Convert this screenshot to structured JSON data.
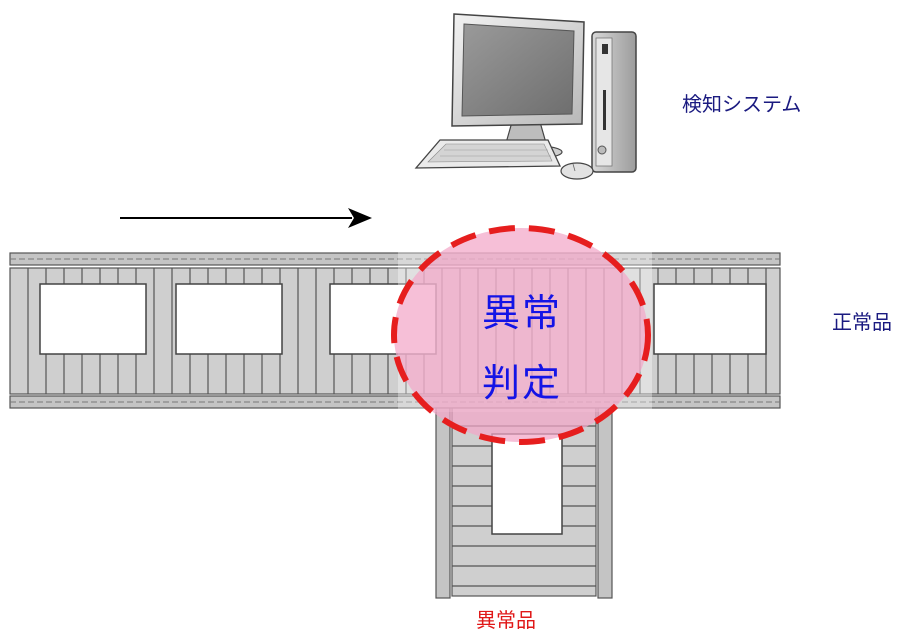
{
  "labels": {
    "system": "検知システム",
    "normal": "正常品",
    "judgment_line1": "異常",
    "judgment_line2": "判定",
    "abnormal": "異常品"
  },
  "colors": {
    "system_label": "#1a1a80",
    "normal_label": "#1a1a80",
    "judgment_text": "#1414e6",
    "abnormal_label": "#e01818",
    "highlight_fill": "#f2a6c8",
    "highlight_border": "#e61e1e",
    "conveyor": "#c8c8c8",
    "conveyor_line": "#555555",
    "arrow": "#000000"
  },
  "icons": {
    "computer": "desktop-computer-icon"
  }
}
